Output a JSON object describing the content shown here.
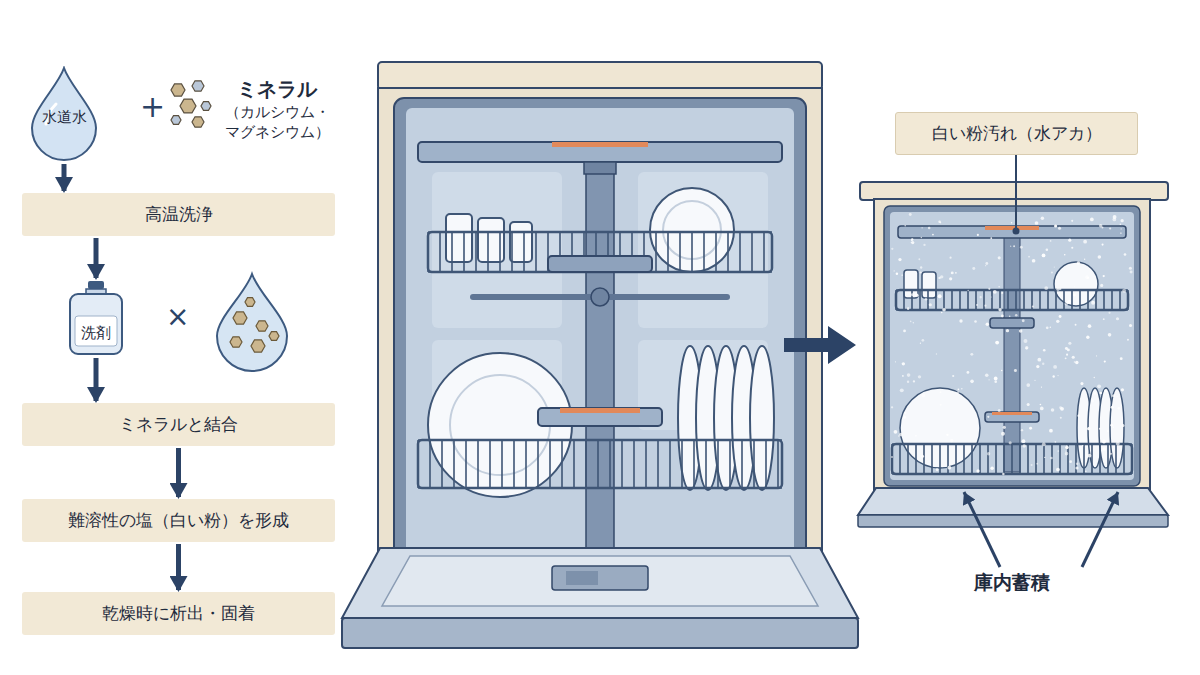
{
  "diagram": {
    "nodes": [
      {
        "text": [
          "水道水"
        ]
      },
      {
        "text": [
          "ミネラル",
          "（カルシウム・ マグネシウム）"
        ]
      },
      {
        "text": [
          "高温洗浄"
        ]
      },
      {
        "text": [
          "洗剤"
        ]
      },
      {
        "text": [
          "ミネラルと結合"
        ]
      },
      {
        "text": [
          "難溶性の塩（白い粉）を形成"
        ]
      },
      {
        "text": [
          "乾燥時に析出・固着"
        ]
      },
      {
        "text": [
          "白い粉汚れ（水アカ）"
        ]
      }
    ],
    "edges": [
      {
        "from": 0,
        "to": 2,
        "arrow": "to"
      },
      {
        "from": 2,
        "to": 3,
        "arrow": "to"
      },
      {
        "from": 3,
        "to": 4,
        "arrow": "to"
      },
      {
        "from": 4,
        "to": 5,
        "arrow": "to"
      },
      {
        "from": 5,
        "to": 6,
        "arrow": "to"
      }
    ],
    "labels": [
      "+",
      "×",
      "庫内蓄積"
    ]
  }
}
